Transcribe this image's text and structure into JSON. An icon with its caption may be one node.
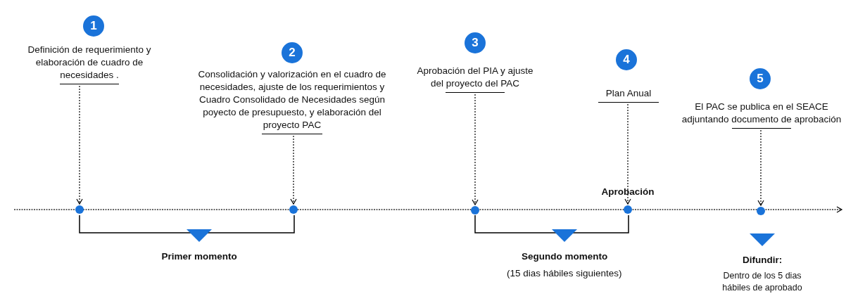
{
  "diagram": {
    "nodes": [
      {
        "text": [
          "1"
        ]
      },
      {
        "text": [
          "Definición de requerimiento y elaboración de cuadro de necesidades ."
        ]
      },
      {
        "text": [
          "2"
        ]
      },
      {
        "text": [
          "Consolidación y valorización en el cuadro de necesidades, ajuste de los requerimientos y Cuadro Consolidado de Necesidades según poyecto de presupuesto, y elaboración del proyecto PAC"
        ]
      },
      {
        "text": [
          "3"
        ]
      },
      {
        "text": [
          "Aprobación del PIA y ajuste del proyecto del PAC"
        ]
      },
      {
        "text": [
          "4"
        ]
      },
      {
        "text": [
          "Plan Anual"
        ]
      },
      {
        "text": [
          "5"
        ]
      },
      {
        "text": [
          "El PAC se publica en el SEACE adjuntando documento de aprobación"
        ]
      },
      {
        "text": [],
        "shape": "circle"
      },
      {
        "text": [],
        "shape": "circle"
      },
      {
        "text": [],
        "shape": "circle"
      },
      {
        "text": [],
        "shape": "circle"
      },
      {
        "text": [],
        "shape": "circle"
      }
    ],
    "edges": [
      {
        "from": 1,
        "to": 10,
        "arrow": "to",
        "style": "dashed"
      },
      {
        "from": 3,
        "to": 11,
        "arrow": "to",
        "style": "dashed"
      },
      {
        "from": 5,
        "to": 12,
        "arrow": "to",
        "style": "dashed"
      },
      {
        "from": 7,
        "to": 13,
        "arrow": "to",
        "style": "dashed"
      },
      {
        "from": 9,
        "to": 14,
        "arrow": "to",
        "style": "dashed"
      }
    ],
    "labels": [
      "Aprobación",
      "Primer momento",
      "Segundo momento",
      "(15 dias hábiles siguientes)",
      "Difundir:",
      "Dentro de los 5 dias hábiles de aprobado"
    ]
  }
}
